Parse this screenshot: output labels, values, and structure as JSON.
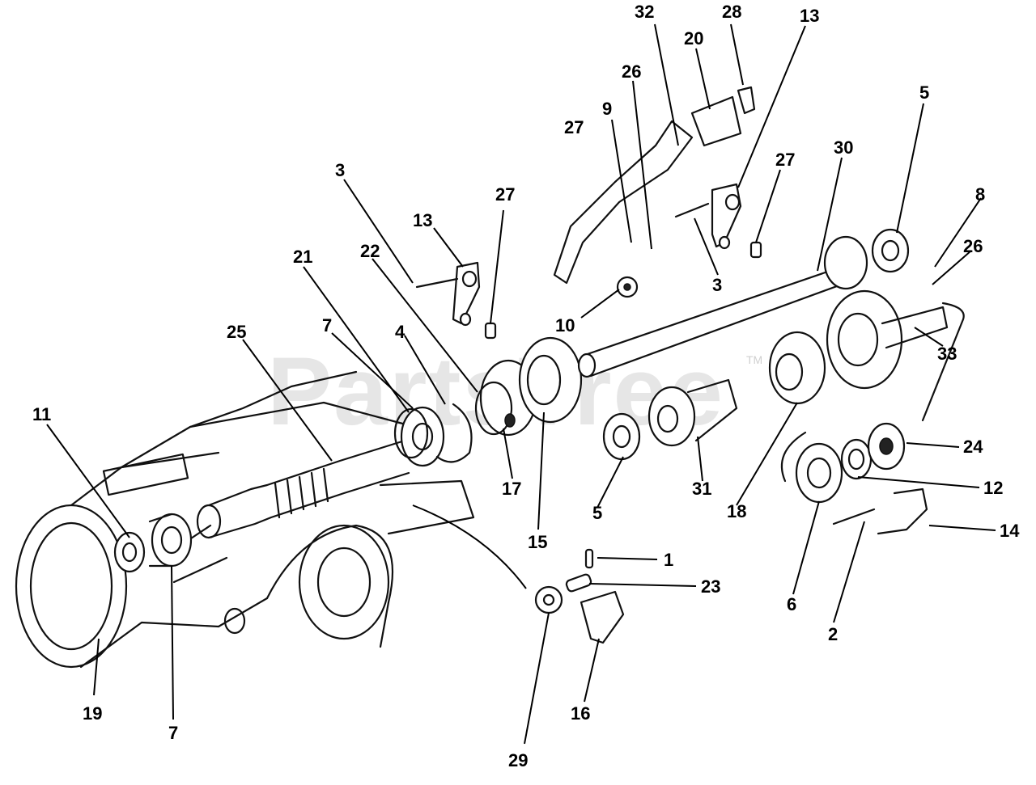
{
  "watermark": {
    "text": "PartsTree",
    "tm": "TM"
  },
  "callouts": [
    "32",
    "28",
    "13",
    "20",
    "26",
    "27",
    "9",
    "5",
    "27",
    "30",
    "8",
    "26",
    "3",
    "13",
    "27",
    "21",
    "22",
    "3",
    "10",
    "33",
    "7",
    "4",
    "25",
    "11",
    "17",
    "15",
    "5",
    "31",
    "18",
    "24",
    "12",
    "14",
    "1",
    "23",
    "6",
    "2",
    "19",
    "7",
    "29",
    "16"
  ]
}
